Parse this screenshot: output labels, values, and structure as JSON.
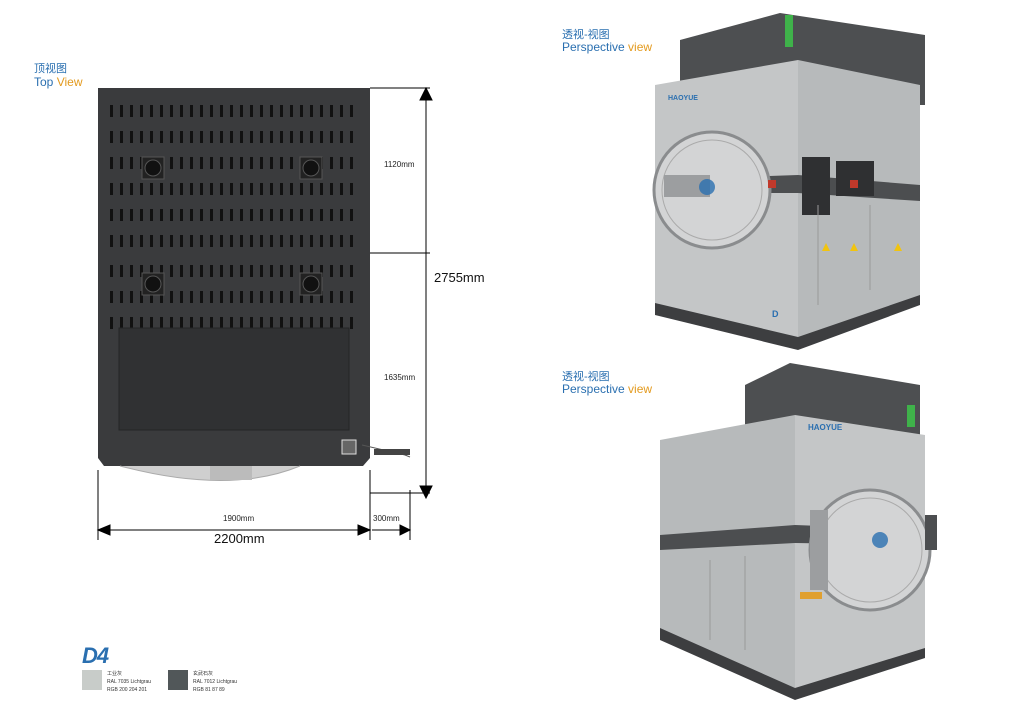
{
  "top_view": {
    "title_cn": "顶视图",
    "title_en_a": "Top ",
    "title_en_b": "View",
    "dims": {
      "upper": "1120mm",
      "lower": "1635mm",
      "total_height": "2755mm",
      "width_inner": "1900mm",
      "width_extra": "300mm",
      "width_total": "2200mm"
    }
  },
  "perspective_top": {
    "title_cn": "透视-视图",
    "title_en_a": "Perspective ",
    "title_en_b": "view",
    "brand": "HAOYUE",
    "badge": "D"
  },
  "perspective_bottom": {
    "title_cn": "透视-视图",
    "title_en_a": "Perspective ",
    "title_en_b": "view",
    "brand": "HAOYUE"
  },
  "legend": {
    "model": "D4",
    "colors": [
      {
        "name_cn": "工业灰",
        "ral": "RAL 7035  Lichtgrau",
        "rgb": "RGB  200  204  201",
        "hex": "#c8ccc9"
      },
      {
        "name_cn": "玄武石灰",
        "ral": "RAL 7012  Lichtgrau",
        "rgb": "RGB  81  87  89",
        "hex": "#515759"
      }
    ]
  },
  "colors": {
    "accent_blue": "#2a6fb0",
    "accent_orange": "#e39a1e",
    "dark_panel": "#3a3b3d",
    "light_panel": "#b9bcbd"
  }
}
